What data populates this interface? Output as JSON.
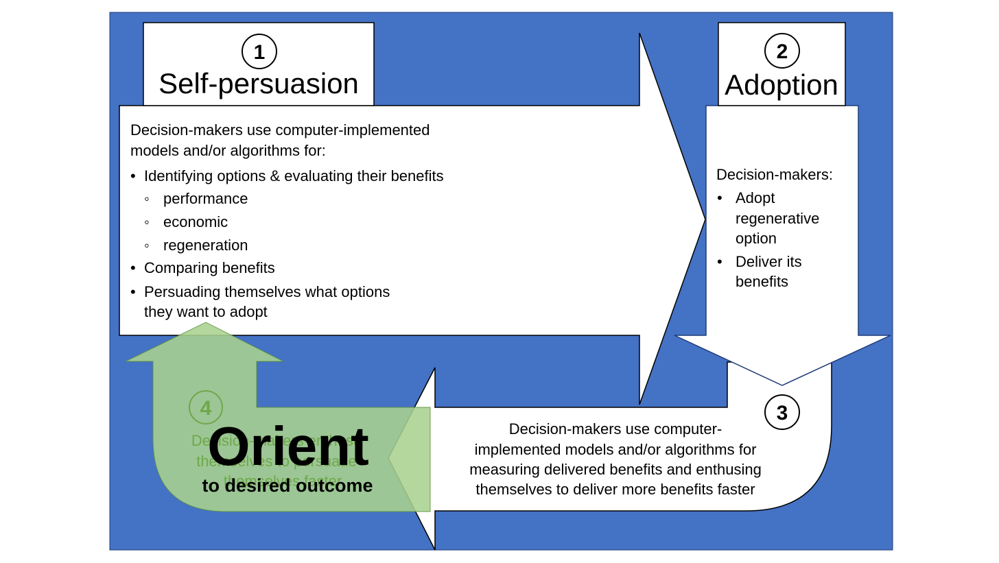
{
  "colors": {
    "background": "#4472C4",
    "panel": "#FFFFFF",
    "green_arrow": "#A9D18E",
    "green_text": "#6FA84A",
    "outline": "#000000",
    "dark_blue_outline": "#1F3C7A"
  },
  "steps": {
    "s1": {
      "number": "1",
      "title": "Self-persuasion",
      "intro": [
        "Decision-makers use computer-implemented",
        "models and/or algorithms for:"
      ],
      "bullets": [
        "Identifying options & evaluating their benefits",
        "Comparing benefits"
      ],
      "sub_bullets": [
        "performance",
        "economic",
        "regeneration"
      ],
      "last_bullet": [
        "Persuading themselves what options",
        "they want to adopt"
      ],
      "bullet_char": "•",
      "sub_bullet_char": "◦"
    },
    "s2": {
      "number": "2",
      "title": "Adoption",
      "intro": "Decision-makers:",
      "bullet_char": "•",
      "bullet1": [
        "Adopt",
        "regenerative",
        "option"
      ],
      "bullet2": [
        "Deliver its",
        "benefits"
      ]
    },
    "s3": {
      "number": "3",
      "lines": [
        "Decision-makers use computer-",
        "implemented models and/or algorithms for",
        "measuring delivered benefits and enthusing",
        "themselves to deliver more benefits faster"
      ]
    },
    "s4": {
      "number": "4",
      "lines": [
        "Decision-makers enthuse",
        "themselves to persuade",
        "themselves faster"
      ]
    }
  },
  "orient": {
    "title": "Orient",
    "subtitle": "to desired outcome"
  }
}
